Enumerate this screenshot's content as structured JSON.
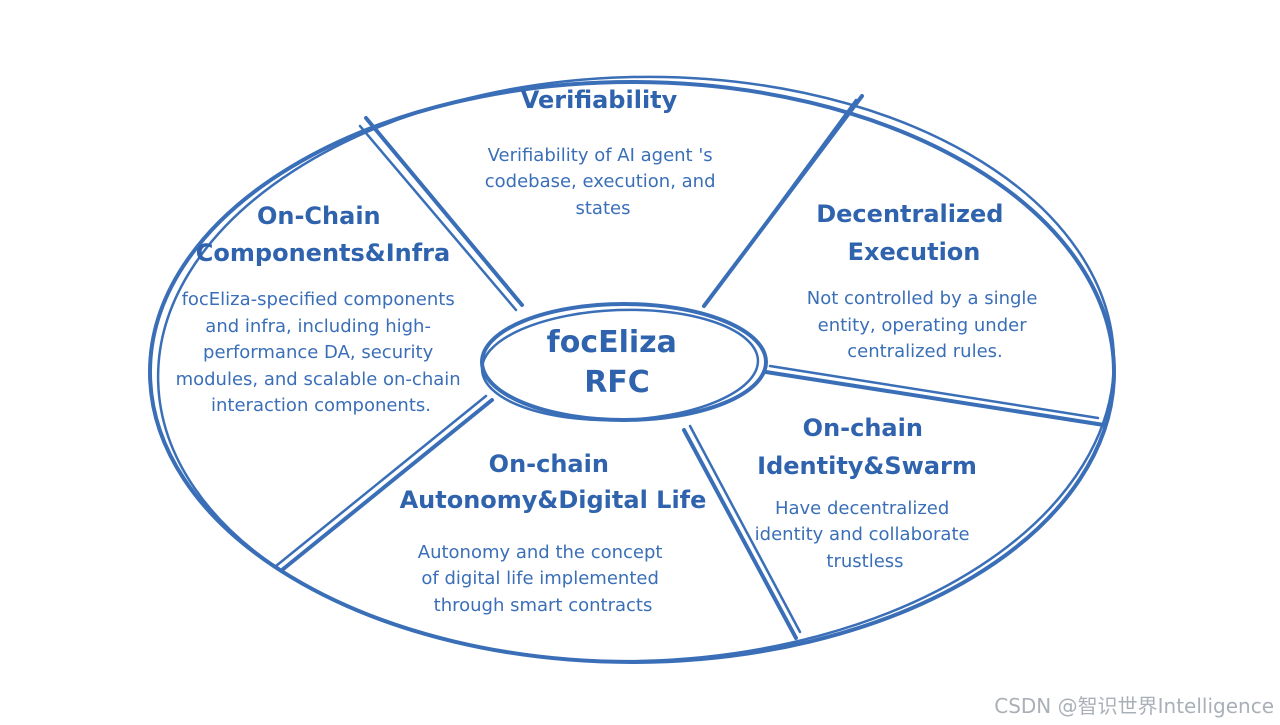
{
  "center": {
    "line1": "focEliza",
    "line2": "RFC"
  },
  "segments": {
    "verifiability": {
      "title": [
        "Verifiability"
      ],
      "desc": [
        "Verifiability of AI agent 's",
        "codebase, execution, and",
        "states"
      ]
    },
    "decentralized_execution": {
      "title": [
        "Decentralized",
        "Execution"
      ],
      "desc": [
        "Not controlled by a single",
        "entity, operating under",
        "centralized rules."
      ]
    },
    "identity_swarm": {
      "title": [
        "On-chain",
        "Identity&Swarm"
      ],
      "desc": [
        "Have decentralized",
        "identity and collaborate",
        "trustless"
      ]
    },
    "autonomy_digital_life": {
      "title": [
        "On-chain",
        "Autonomy&Digital Life"
      ],
      "desc": [
        "Autonomy and the concept",
        "of digital life implemented",
        "through smart contracts"
      ]
    },
    "components_infra": {
      "title": [
        "On-Chain",
        "Components&Infra"
      ],
      "desc": [
        "focEliza-specified components",
        "and infra,  including high-",
        "performance DA, security",
        "modules, and scalable on-chain",
        "interaction components."
      ]
    }
  },
  "colors": {
    "stroke": "#3a6fb8",
    "text": "#2f63ad",
    "watermark": "#aab0b8"
  },
  "watermark": "CSDN @智识世界Intelligence"
}
